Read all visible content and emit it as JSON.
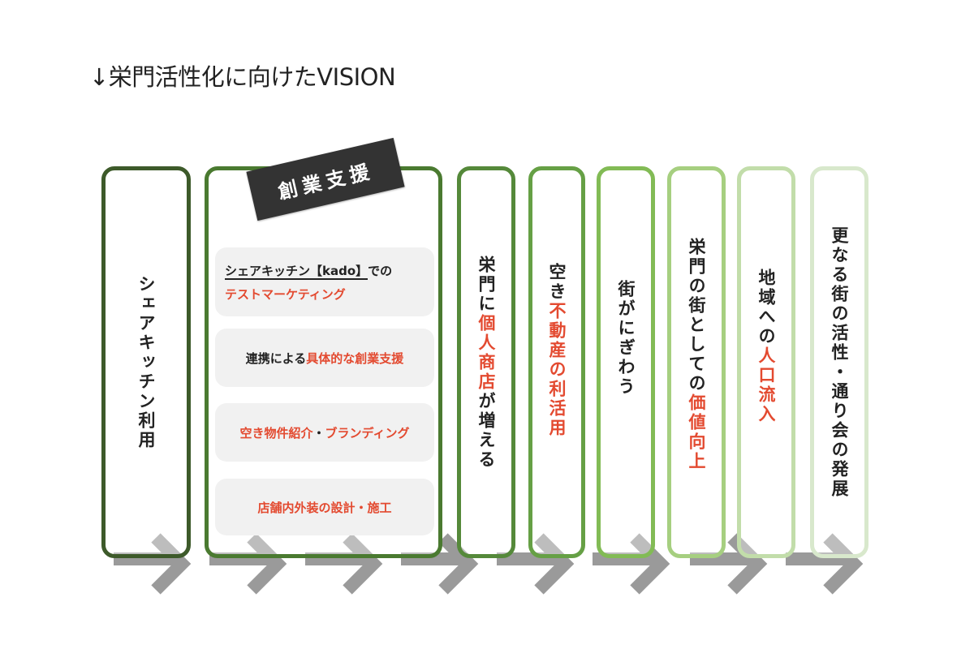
{
  "title": "↓栄門活性化に向けたVISION",
  "colors": {
    "accent_red": "#e34a30",
    "arrow": "#888888",
    "tag_bg": "#333333"
  },
  "startup_support": {
    "tag": "創業支援",
    "items": [
      {
        "underlined": "シェアキッチン【kado】",
        "plain": "での",
        "red": "テストマーケティング"
      },
      {
        "plain": "連携による",
        "red": "具体的な創業支援"
      },
      {
        "red": "空き物件紹介",
        "plain": "・",
        "red2": "ブランディング"
      },
      {
        "red": "店舗内外装の設計・施工"
      }
    ]
  },
  "columns": [
    {
      "text": "シェアキッチン利用",
      "border": "#3d5a2a"
    },
    {
      "pre": "栄門に",
      "red": "個人商店",
      "post": "が増える",
      "border": "#55893a"
    },
    {
      "pre": "空き",
      "red": "不動産の利活用",
      "border": "#66a045"
    },
    {
      "text": "街がにぎわう",
      "border": "#82bb55"
    },
    {
      "pre": "栄門の街としての",
      "red": "価値向上",
      "border": "#a6cf80"
    },
    {
      "pre": "地域への",
      "red": "人口流入",
      "border": "#c2ddaa"
    },
    {
      "text": "更なる街の活性・通り会の発展",
      "border": "#d8e8cc"
    }
  ],
  "arrow_icon": "chevron-right-arrow"
}
